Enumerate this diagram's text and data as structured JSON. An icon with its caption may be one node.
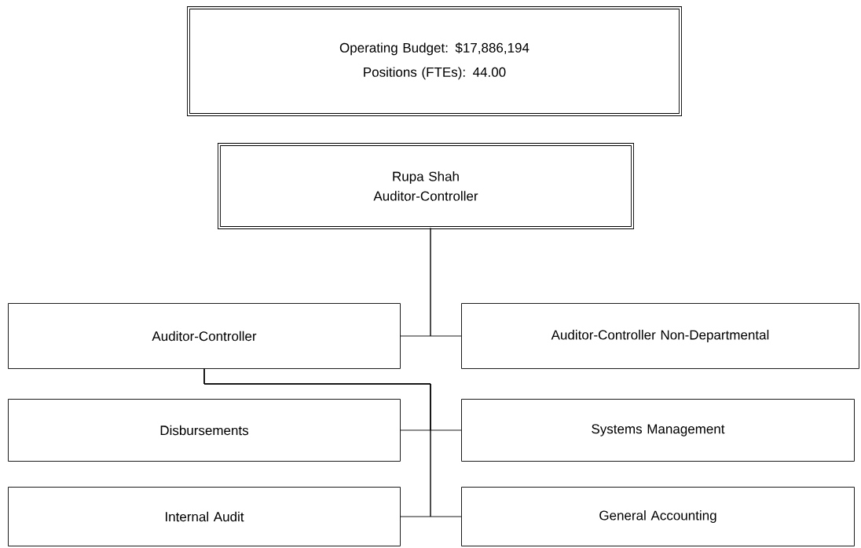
{
  "diagram": {
    "nodes": [
      {
        "text": [
          "Operating Budget:  $17,886,194",
          "Positions (FTEs): 44.00"
        ]
      },
      {
        "text": [
          "Rupa Shah",
          "Auditor-Controller"
        ]
      },
      {
        "text": [
          "Auditor-Controller"
        ]
      },
      {
        "text": [
          "Auditor-Controller Non-Departmental"
        ]
      },
      {
        "text": [
          "Disbursements"
        ]
      },
      {
        "text": [
          "Systems Management"
        ]
      },
      {
        "text": [
          "Internal Audit"
        ]
      },
      {
        "text": [
          "General Accounting"
        ]
      }
    ],
    "edges": [
      {
        "from": 1,
        "to": 2,
        "arrow": "none"
      },
      {
        "from": 1,
        "to": 3,
        "arrow": "none"
      },
      {
        "from": 2,
        "to": 4,
        "arrow": "none"
      },
      {
        "from": 2,
        "to": 5,
        "arrow": "none"
      },
      {
        "from": 2,
        "to": 6,
        "arrow": "none"
      },
      {
        "from": 2,
        "to": 7,
        "arrow": "none"
      }
    ]
  }
}
